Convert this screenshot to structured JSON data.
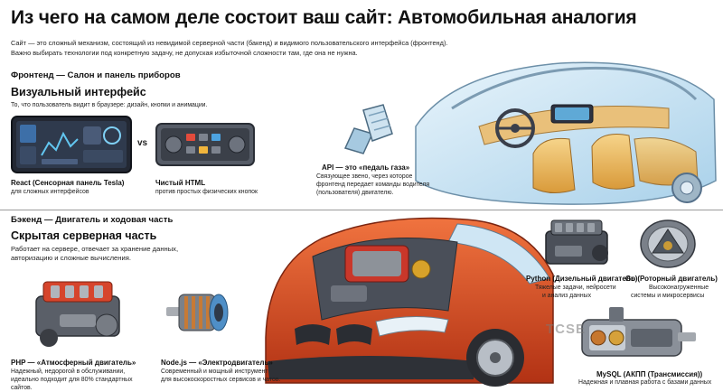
{
  "title": "Из чего на самом деле состоит ваш сайт: Автомобильная аналогия",
  "intro": {
    "line1": "Сайт — это сложный механизм, состоящий из невидимой серверной части (бакенд) и видимого пользовательского интерфейса (фронтенд).",
    "line2": "Важно выбирать технологии под конкретную задачу, не допуская избыточной сложности там, где она не нужна."
  },
  "frontend": {
    "heading": "Фронтенд — Салон и панель приборов",
    "subheading": "Визуальный интерфейс",
    "description": "То, что пользователь видит в браузере: дизайн, кнопки и анимации.",
    "vs": "vs",
    "react": {
      "title": "React (Сенсорная панель Tesla)",
      "desc": "для сложных интерфейсов"
    },
    "html": {
      "title": "Чистый HTML",
      "desc": "против простых физических кнопок"
    },
    "api": {
      "title": "API — это «педаль газа»",
      "desc1": "Связующее звено, через которое",
      "desc2": "фронтенд передает команды водителя",
      "desc3": "(пользователя) двигателю."
    }
  },
  "backend": {
    "heading": "Бэкенд — Двигатель и ходовая часть",
    "subheading": "Скрытая серверная часть",
    "desc1": "Работает на сервере, отвечает за хранение данных,",
    "desc2": "авторизацию и сложные вычисления.",
    "php": {
      "title": "PHP — «Атмосферный двигатель»",
      "desc1": "Надежный, недорогой в обслуживании,",
      "desc2": "идеально подходит для 80% стандартных",
      "desc3": "сайтов."
    },
    "node": {
      "title": "Node.js — «Электродвигатель»",
      "desc1": "Современный и мощный инструмент",
      "desc2": "для высокоскоростных сервисов и чатов."
    },
    "python": {
      "title": "Python (Дизельный двигатель)",
      "desc1": "Тяжелые задачи, нейросети",
      "desc2": "и анализ данных"
    },
    "go": {
      "title": "Go (Роторный двигатель)",
      "desc1": "Высоконагруженные",
      "desc2": "системы и микросервисы"
    },
    "mysql": {
      "title": "MySQL (АКПП (Трансмиссия))",
      "desc": "Надежная и плавная работа с базами данных"
    }
  },
  "watermark": "TCSE",
  "colors": {
    "car_red": "#d94a2a",
    "glass_blue": "#bcdcf0",
    "seat_yellow": "#f0c36a",
    "dark_panel": "#2d3240"
  }
}
